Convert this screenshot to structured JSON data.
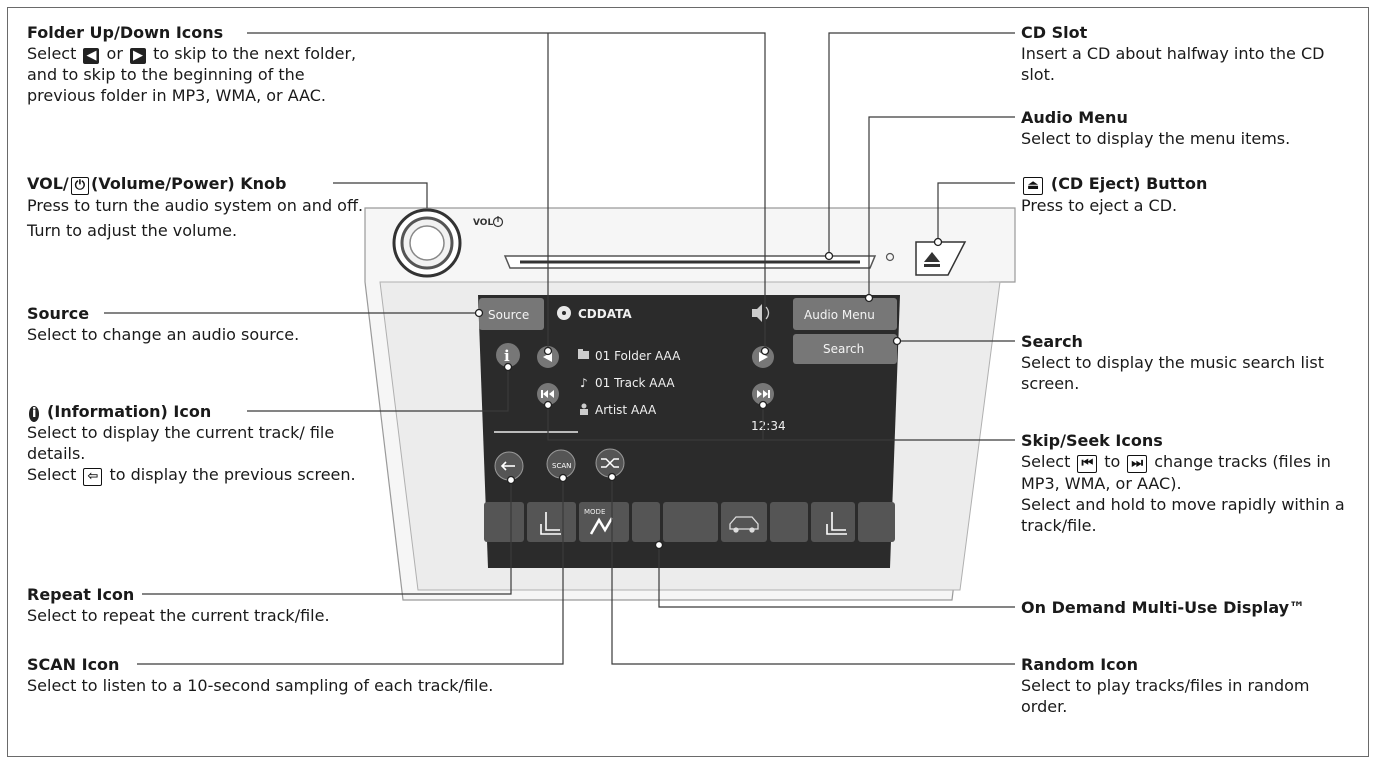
{
  "callouts": {
    "folder": {
      "title": "Folder Up/Down Icons",
      "d1": "Select",
      "d2": "or",
      "d3": "to skip to the next folder, and to skip to the beginning of the previous folder in MP3, WMA, or AAC."
    },
    "vol": {
      "title_a": "VOL/",
      "title_b": "(Volume/Power) Knob",
      "desc1": "Press to turn the audio system on and off.",
      "desc2": "Turn to adjust the volume."
    },
    "source": {
      "title": "Source",
      "desc": "Select to change an audio source."
    },
    "info": {
      "title": "(Information) Icon",
      "desc1": "Select to display the current track/ file details.",
      "desc2a": "Select",
      "desc2b": "to display the previous screen."
    },
    "repeat": {
      "title": "Repeat Icon",
      "desc": "Select to repeat the current track/file."
    },
    "scan": {
      "title": "SCAN Icon",
      "desc": "Select to listen to a 10-second sampling of each track/file."
    },
    "cdslot": {
      "title": "CD Slot",
      "desc": "Insert a CD about halfway into the CD slot."
    },
    "audiomenu": {
      "title": "Audio Menu",
      "desc": "Select to display the menu items."
    },
    "eject": {
      "title": "(CD Eject) Button",
      "desc": "Press to eject a CD."
    },
    "search": {
      "title": "Search",
      "desc": "Select to display the music search list screen."
    },
    "skip": {
      "title": "Skip/Seek Icons",
      "desc1a": "Select",
      "desc1b": "to",
      "desc1c": "change tracks (files in MP3, WMA, or AAC).",
      "desc2": "Select and hold to move rapidly within a track/file."
    },
    "ondemand": {
      "title": "On Demand Multi-Use Display™"
    },
    "random": {
      "title": "Random Icon",
      "desc": "Select to play tracks/files in random order."
    }
  },
  "screen": {
    "source_btn": "Source",
    "cd_label": "CDDATA",
    "audio_menu_btn": "Audio Menu",
    "search_btn": "Search",
    "folder": "01 Folder AAA",
    "track": "01 Track AAA",
    "artist": "Artist AAA",
    "time": "12:34",
    "scan_label": "SCAN",
    "mode_label": "MODE",
    "vol_label": "VOL"
  },
  "icons": {
    "info": "info-circle-icon",
    "eject": "eject-icon",
    "power": "power-icon",
    "folder_prev": "triangle-left-icon",
    "folder_next": "triangle-right-icon",
    "skip_back": "skip-back-icon",
    "skip_fwd": "skip-forward-icon",
    "back": "back-arrow-icon",
    "repeat": "repeat-icon",
    "random": "shuffle-icon",
    "seat_heat": "seat-heater-icon",
    "car": "car-icon",
    "fan": "fan-icon",
    "volume": "speaker-icon"
  },
  "colors": {
    "screen": "#2b2b2b",
    "bezel": "#e9e9e9",
    "button": "#7a7a7a",
    "leader": "#3a3a3a"
  }
}
